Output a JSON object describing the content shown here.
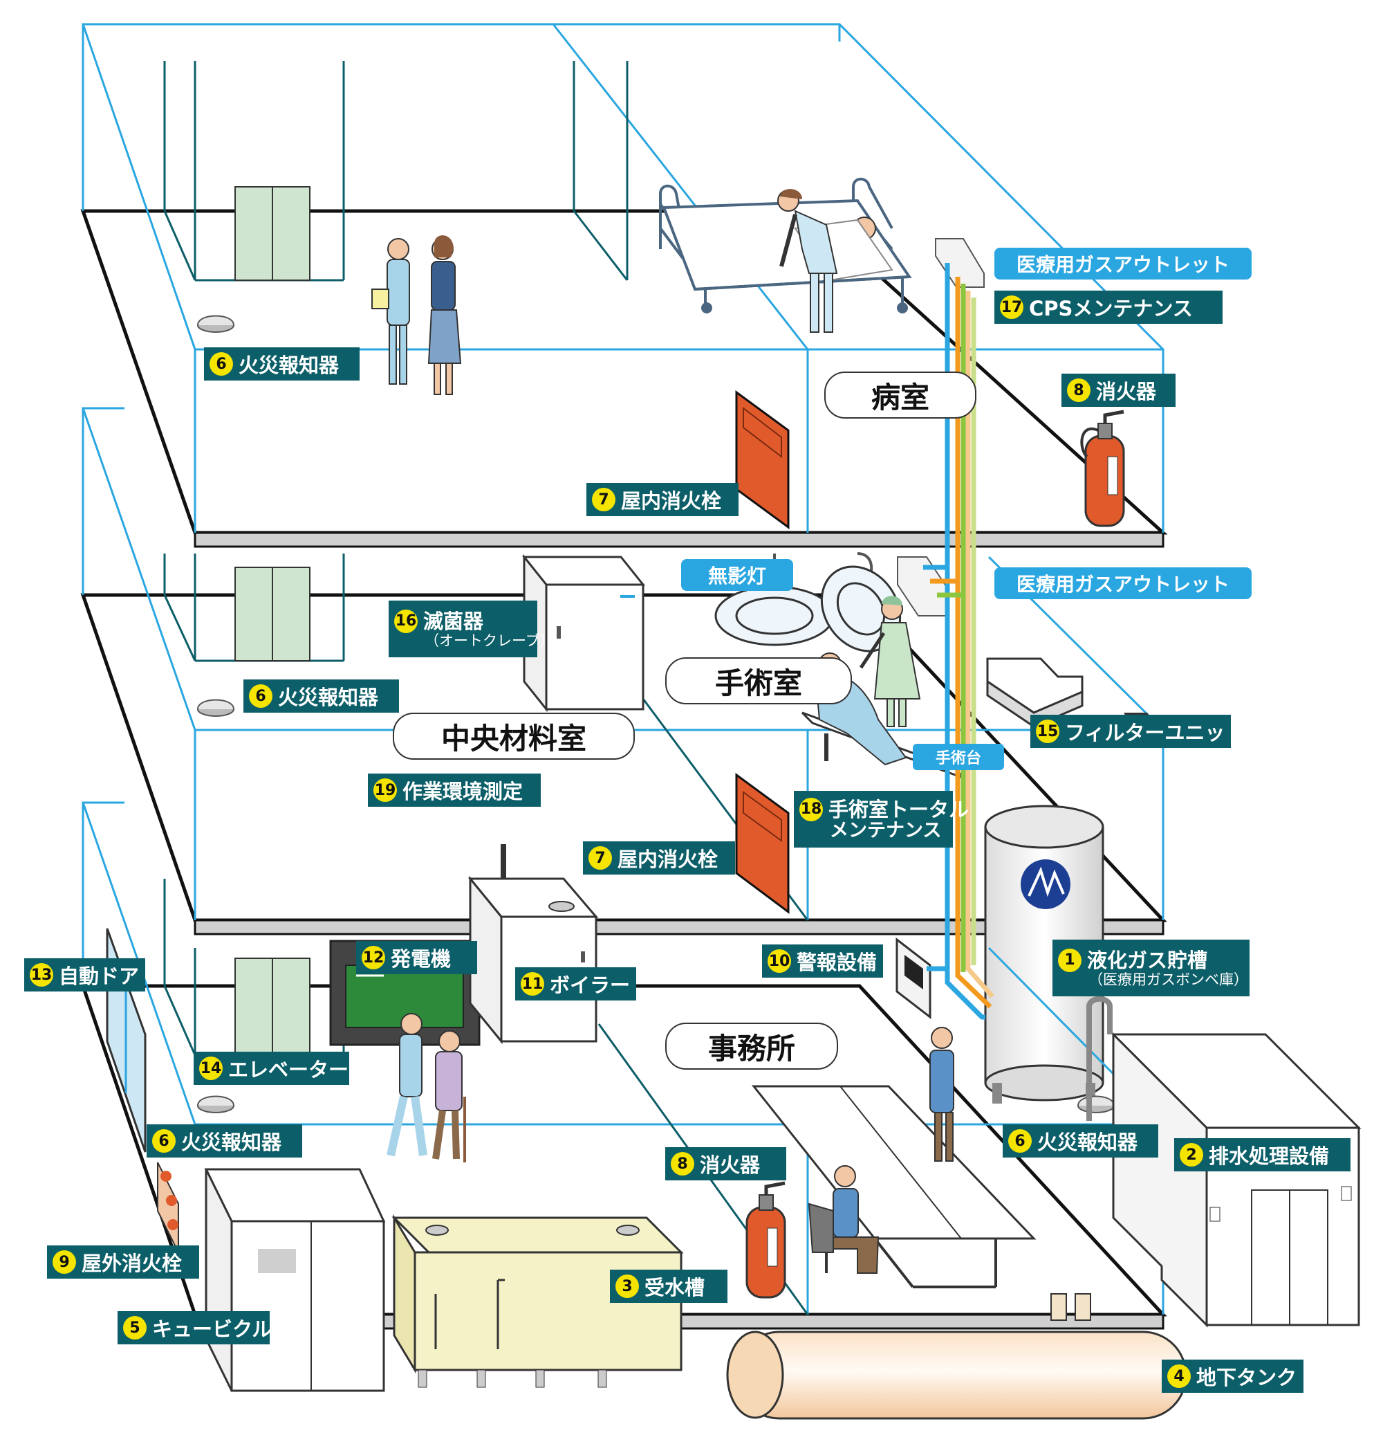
{
  "floors": {
    "top": {
      "room": "病室"
    },
    "middle": {
      "rooms": [
        "手術室",
        "中央材料室"
      ]
    },
    "ground": {
      "room": "事務所"
    }
  },
  "labels": {
    "gas_outlet_top": "医療用ガスアウトレット",
    "cps": {
      "num": "17",
      "text": "CPSメンテナンス"
    },
    "extinguisher_top": {
      "num": "8",
      "text": "消火器"
    },
    "fire_alarm_top": {
      "num": "6",
      "text": "火災報知器"
    },
    "hydrant_top": {
      "num": "7",
      "text": "屋内消火栓"
    },
    "shadowless_lamp": "無影灯",
    "gas_outlet_mid": "医療用ガスアウトレット",
    "sterilizer": {
      "num": "16",
      "text": "滅菌器",
      "sub": "（オートクレーブ）"
    },
    "fire_alarm_mid": {
      "num": "6",
      "text": "火災報知器"
    },
    "filter_unit": {
      "num": "15",
      "text": "フィルターユニット"
    },
    "operating_table": "手術台",
    "work_env": {
      "num": "19",
      "text": "作業環境測定"
    },
    "or_total": {
      "num": "18",
      "text": "手術室トータル",
      "sub": "メンテナンス"
    },
    "hydrant_mid": {
      "num": "7",
      "text": "屋内消火栓"
    },
    "auto_door": {
      "num": "13",
      "text": "自動ドア"
    },
    "generator": {
      "num": "12",
      "text": "発電機"
    },
    "boiler": {
      "num": "11",
      "text": "ボイラー"
    },
    "alarm_equip": {
      "num": "10",
      "text": "警報設備"
    },
    "lng_tank": {
      "num": "1",
      "text": "液化ガス貯槽",
      "sub": "（医療用ガスボンベ庫）"
    },
    "elevator": {
      "num": "14",
      "text": "エレベーター"
    },
    "fire_alarm_gnd": {
      "num": "6",
      "text": "火災報知器"
    },
    "fire_alarm_right": {
      "num": "6",
      "text": "火災報知器"
    },
    "drainage": {
      "num": "2",
      "text": "排水処理設備"
    },
    "extinguisher_gnd": {
      "num": "8",
      "text": "消火器"
    },
    "outdoor_hydrant": {
      "num": "9",
      "text": "屋外消火栓"
    },
    "water_tank": {
      "num": "3",
      "text": "受水槽"
    },
    "cubicle": {
      "num": "5",
      "text": "キュービクル"
    },
    "underground_tank": {
      "num": "4",
      "text": "地下タンク"
    }
  },
  "colors": {
    "frame_line": "#2aa6e0",
    "floor_edge": "#111111",
    "label_bg": "#0c5e68",
    "number_badge": "#f4e400",
    "hydrant_red": "#e05a2c",
    "elevator_green": "#cfe5cf",
    "pipe_colors": [
      "#2aa6e0",
      "#f39a1e",
      "#f5c98a",
      "#8cc63f",
      "#c9df8a"
    ]
  }
}
